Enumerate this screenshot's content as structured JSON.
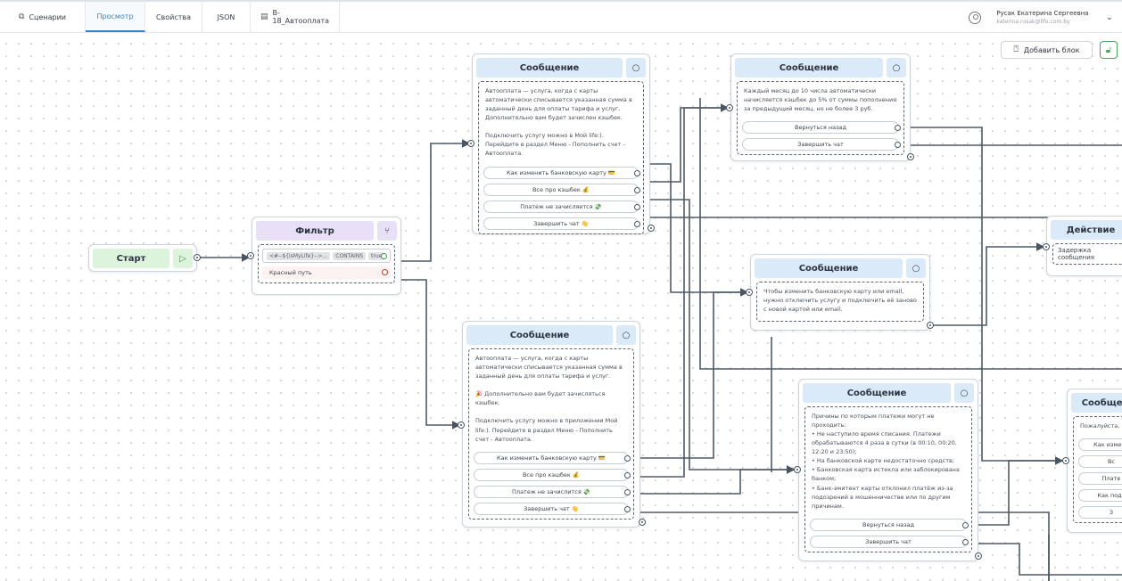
{
  "tabs": [
    {
      "label": "Сценарии",
      "icon": "copy-icon"
    },
    {
      "label": "Просмотр",
      "active": true
    },
    {
      "label": "Свойства"
    },
    {
      "label": "JSON"
    },
    {
      "label": "B-18_Автооплата",
      "icon": "document-icon"
    }
  ],
  "user": {
    "name": "Русак Екатерина Сергеевна",
    "email": "katerina.rusak@life.com.by"
  },
  "toolbar": {
    "add_block": "Добавить блок"
  },
  "nodes": {
    "start": {
      "title": "Старт"
    },
    "filter": {
      "title": "Фильтр",
      "condition": {
        "left": "<#--${isMyLife}-->...",
        "op": "CONTAINS",
        "right": "true"
      },
      "red_path": "Красный путь"
    },
    "msg1": {
      "title": "Сообщение",
      "text": "Автооплата — услуга, когда с карты автоматически списывается указанная сумма в заданный день для оплаты тарифа и услуг. Дополнительно вам будет зачислен кэшбек.\n\nПодключить услугу можно в Мой life:). Перейдите в раздел Меню - Пополнить счет - Автооплата.",
      "options": [
        "Как изменить банковскую карту 💳",
        "Все про кэшбек 💰",
        "Платеж не зачисляется 💸",
        "Завершить чат 👋"
      ]
    },
    "msg2": {
      "title": "Сообщение",
      "text": "Автооплата — услуга, когда с карты автоматически списывается указанная сумма в заданный день для оплаты тарифа и услуг.\n\n🎉 Дополнительно вам будет зачисляться кэшбек.\n\nПодключить услугу можно в приложении Мой life:). Перейдите в раздел Меню - Пополнить счет - Автооплата.",
      "options": [
        "Как изменить банковскую карту 💳",
        "Все про кэшбек 💰",
        "Платеж не зачислится 💸",
        "Завершить чат 👋"
      ]
    },
    "msg3": {
      "title": "Сообщение",
      "text": "Каждый месяц до 10 числа автоматически начисляется кэшбек до 5% от суммы пополнения за предыдущий месяц, но не более 3 руб.",
      "options": [
        "Вернуться назад",
        "Завершить чат"
      ]
    },
    "msg4": {
      "title": "Сообщение",
      "text": "Чтобы изменить банковскую карту или email, нужно отключить услугу и подключить её заново с новой картой или email."
    },
    "msg5": {
      "title": "Сообщение",
      "text": "Причины по которым платежи могут не проходить:\n• Не наступило время списания. Платежи обрабатываются 4 раза в сутки (в 00:10, 00:20, 12:20 и 23:50);\n• На банковской карте недостаточно средств;\n• Банковская карта истекла или заблокирована банком;\n• Банк-эмитент карты отклонил платёж из-за подозрений в мошенничестве или по другим причинам.",
      "options": [
        "Вернуться назад",
        "Завершить чат"
      ]
    },
    "action": {
      "title": "Действие",
      "item": "Задержка сообщения"
    },
    "msg6": {
      "title": "Сообщение",
      "text": "Пожалуйста, в",
      "options": [
        "Как измени",
        "Вс",
        "Плате",
        "Как подк",
        "З"
      ]
    }
  }
}
